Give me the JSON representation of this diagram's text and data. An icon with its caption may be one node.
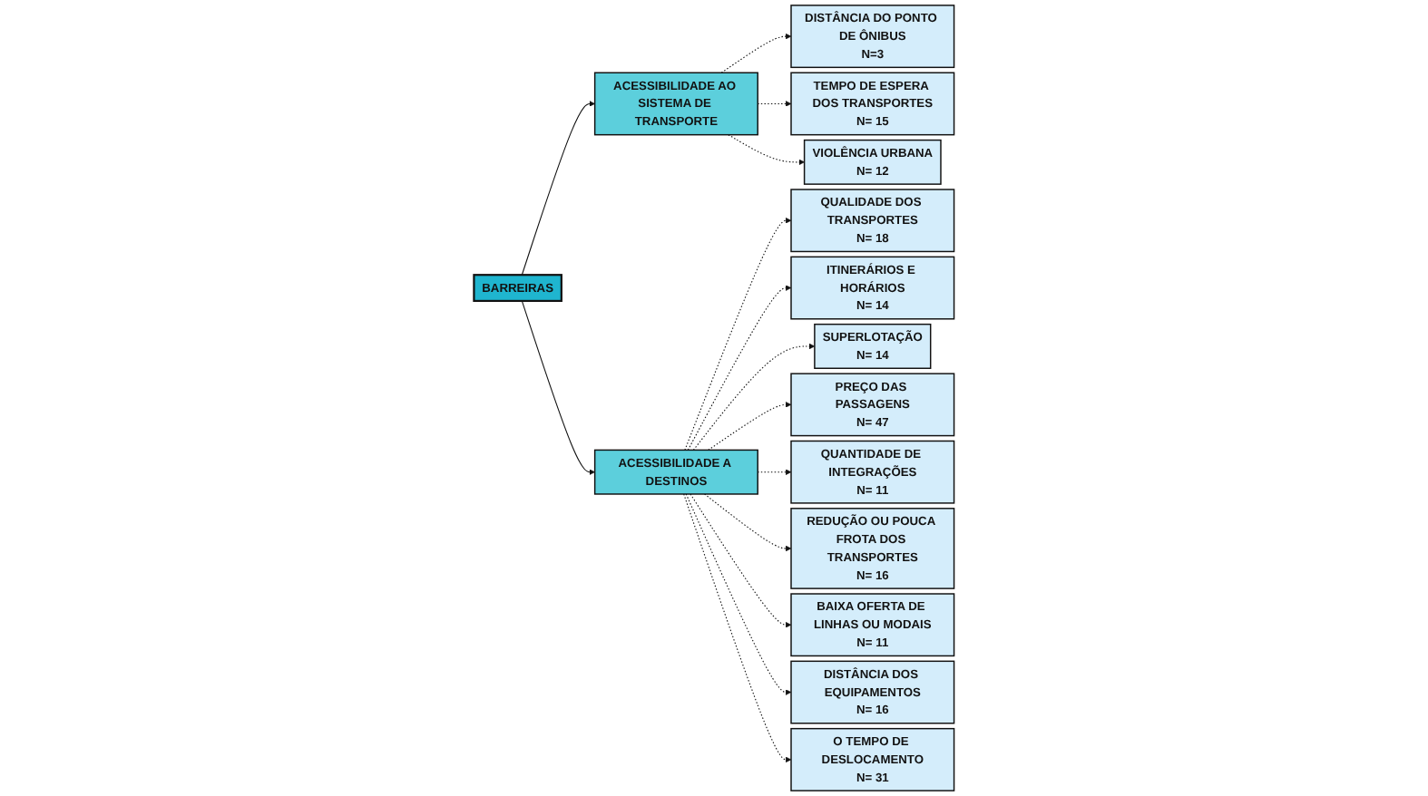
{
  "diagram": {
    "nodes": [
      {
        "text": [
          "DISTÂNCIA DO PONTO DE ÔNIBUS",
          "N=3"
        ]
      },
      {
        "text": [
          "TEMPO DE ESPERA DOS TRANSPORTES",
          "N= 15"
        ]
      },
      {
        "text": [
          "VIOLÊNCIA URBANA",
          "N= 12"
        ]
      },
      {
        "text": [
          "QUALIDADE DOS TRANSPORTES",
          "N= 18"
        ]
      },
      {
        "text": [
          "ITINERÁRIOS E HORÁRIOS",
          "N= 14"
        ]
      },
      {
        "text": [
          "SUPERLOTAÇÃO",
          "N= 14"
        ]
      },
      {
        "text": [
          "PREÇO DAS PASSAGENS",
          "N= 47"
        ]
      },
      {
        "text": [
          "QUANTIDADE DE INTEGRAÇÕES",
          "N= 11"
        ]
      },
      {
        "text": [
          "REDUÇÃO OU POUCA FROTA DOS TRANSPORTES",
          "N= 16"
        ]
      },
      {
        "text": [
          "BAIXA OFERTA DE LINHAS OU MODAIS",
          "N= 11"
        ]
      },
      {
        "text": [
          "DISTÂNCIA DOS EQUIPAMENTOS",
          "N= 16"
        ]
      },
      {
        "text": [
          "O TEMPO DE DESLOCAMENTO",
          "N= 31"
        ]
      },
      {
        "text": [
          "ACESSIBILIDADE AO SISTEMA DE TRANSPORTE"
        ]
      },
      {
        "text": [
          "ACESSIBILIDADE A DESTINOS"
        ]
      },
      {
        "text": [
          "BARREIRAS"
        ]
      }
    ],
    "edges": [
      {
        "from": 14,
        "to": 12,
        "arrow": "to"
      },
      {
        "from": 14,
        "to": 13,
        "arrow": "to"
      },
      {
        "from": 12,
        "to": 0,
        "arrow": "to",
        "style": "dashed"
      },
      {
        "from": 12,
        "to": 1,
        "arrow": "to",
        "style": "dashed"
      },
      {
        "from": 12,
        "to": 2,
        "arrow": "to",
        "style": "dashed"
      },
      {
        "from": 13,
        "to": 3,
        "arrow": "to",
        "style": "dashed"
      },
      {
        "from": 13,
        "to": 4,
        "arrow": "to",
        "style": "dashed"
      },
      {
        "from": 13,
        "to": 5,
        "arrow": "to",
        "style": "dashed"
      },
      {
        "from": 13,
        "to": 6,
        "arrow": "to",
        "style": "dashed"
      },
      {
        "from": 13,
        "to": 7,
        "arrow": "to",
        "style": "dashed"
      },
      {
        "from": 13,
        "to": 8,
        "arrow": "to",
        "style": "dashed"
      },
      {
        "from": 13,
        "to": 9,
        "arrow": "to",
        "style": "dashed"
      },
      {
        "from": 13,
        "to": 10,
        "arrow": "to",
        "style": "dashed"
      },
      {
        "from": 13,
        "to": 11,
        "arrow": "to",
        "style": "dashed"
      }
    ]
  }
}
